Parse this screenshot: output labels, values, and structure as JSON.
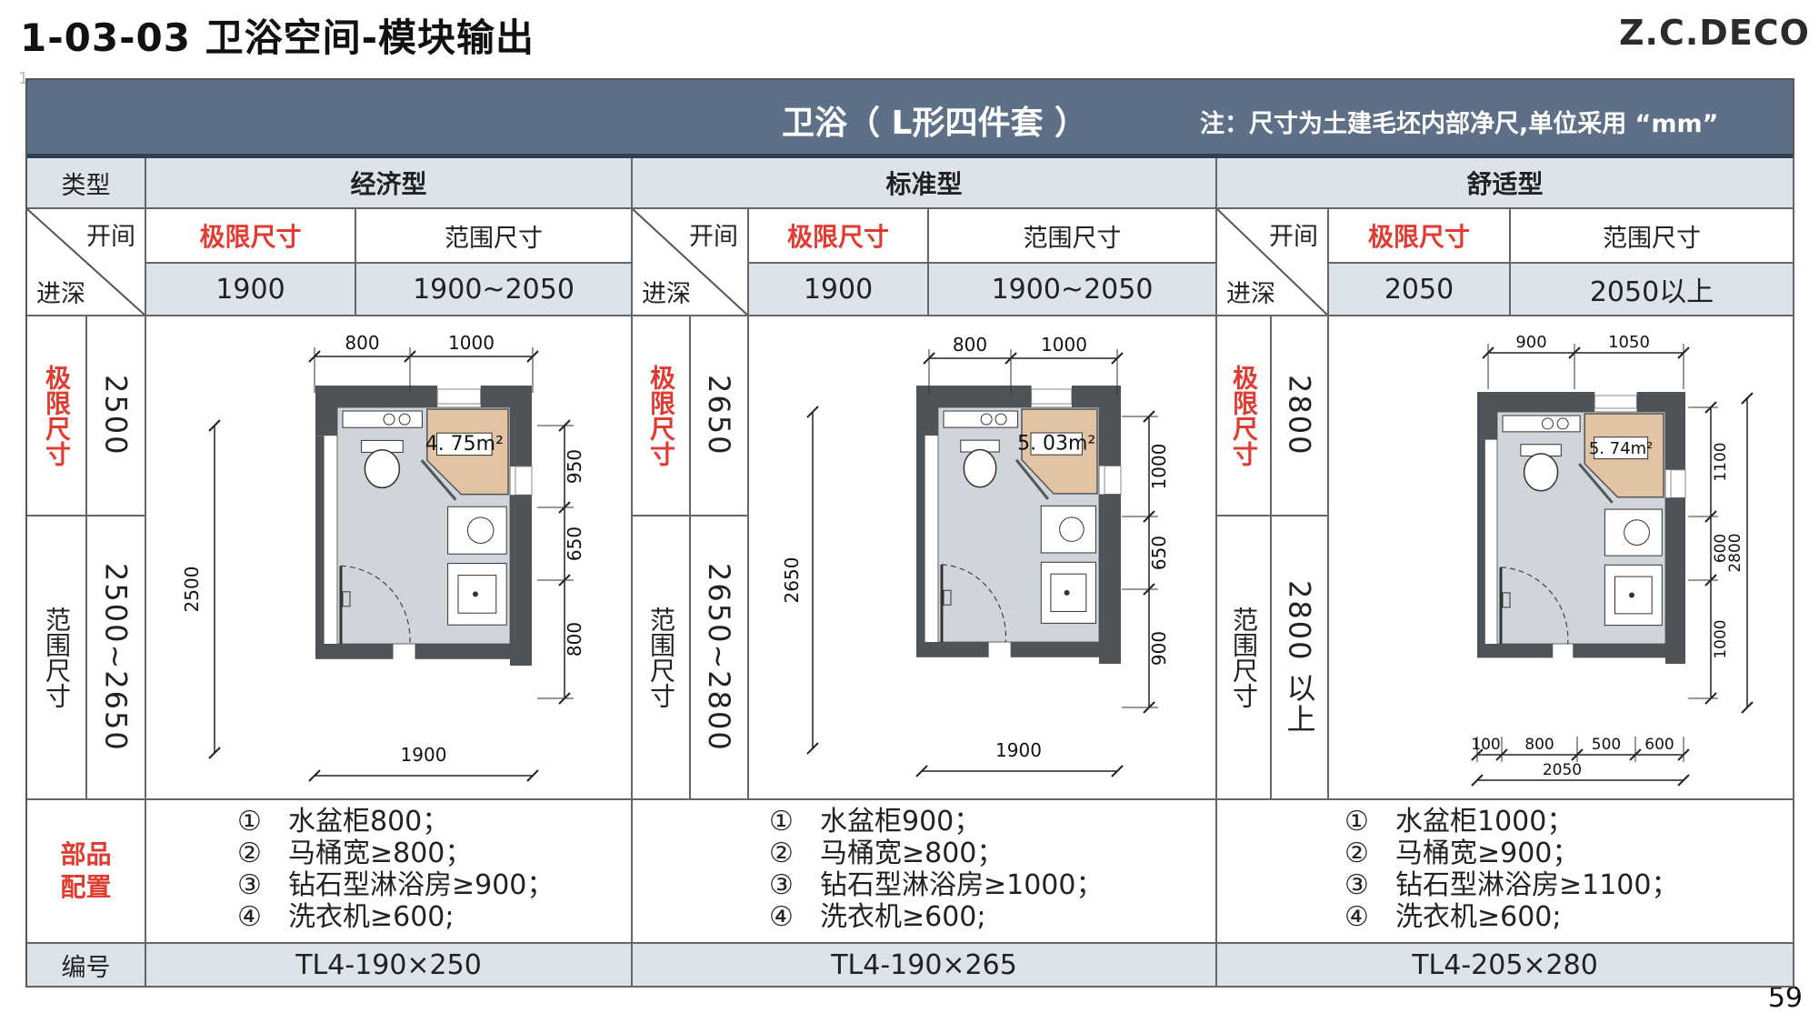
{
  "page": {
    "title": "1-03-03 卫浴空间-模块输出",
    "brand": "Z.C.DECO",
    "page_number": "59",
    "ghost_mark": "1"
  },
  "header": {
    "title": "卫浴（ L形四件套 ）",
    "note": "注：尺寸为土建毛坯内部净尺,单位采用 “mm”"
  },
  "labels": {
    "type": "类型",
    "width": "开间",
    "depth": "进深",
    "limit_size": "极限尺寸",
    "range_size": "范围尺寸",
    "limit_v": "极限尺寸",
    "range_v": "范围尺寸",
    "parts": "部品配置",
    "code": "编号"
  },
  "types": [
    {
      "name": "经济型",
      "limit_width": "1900",
      "range_width": "1900~2050",
      "limit_depth": "2500",
      "range_depth": "2500~2650",
      "parts": [
        {
          "n": "①",
          "t": "水盆柜800；"
        },
        {
          "n": "②",
          "t": "马桶宽≥800；"
        },
        {
          "n": "③",
          "t": "钻石型淋浴房≥900；"
        },
        {
          "n": "④",
          "t": "洗衣机≥600;"
        }
      ],
      "code": "TL4-190×250",
      "plan": {
        "area": "4. 75m²",
        "top_dims": [
          "800",
          "1000"
        ],
        "left_dim": "2500",
        "bottom_dim": "1900",
        "right_dims": [
          "950",
          "650",
          "800"
        ]
      }
    },
    {
      "name": "标准型",
      "limit_width": "1900",
      "range_width": "1900~2050",
      "limit_depth": "2650",
      "range_depth": "2650~2800",
      "parts": [
        {
          "n": "①",
          "t": "水盆柜900；"
        },
        {
          "n": "②",
          "t": "马桶宽≥800；"
        },
        {
          "n": "③",
          "t": "钻石型淋浴房≥1000；"
        },
        {
          "n": "④",
          "t": "洗衣机≥600;"
        }
      ],
      "code": "TL4-190×265",
      "plan": {
        "area": "5. 03m²",
        "top_dims": [
          "800",
          "1000"
        ],
        "left_dim": "2650",
        "bottom_dim": "1900",
        "right_dims": [
          "1000",
          "650",
          "900"
        ]
      }
    },
    {
      "name": "舒适型",
      "limit_width": "2050",
      "range_width": "2050以上",
      "limit_depth": "2800",
      "range_depth": "2800 以上",
      "parts": [
        {
          "n": "①",
          "t": "水盆柜1000；"
        },
        {
          "n": "②",
          "t": "马桶宽≥900；"
        },
        {
          "n": "③",
          "t": "钻石型淋浴房≥1100；"
        },
        {
          "n": "④",
          "t": "洗衣机≥600;"
        }
      ],
      "code": "TL4-205×280",
      "plan": {
        "area": "5. 74m²",
        "top_dims": [
          "900",
          "1050"
        ],
        "bottom_dims": [
          "100",
          "800",
          "500",
          "600"
        ],
        "bottom_total": "2050",
        "right_dims": [
          "1100",
          "600",
          "1000"
        ],
        "right_total": "2800"
      }
    }
  ],
  "colors": {
    "header_bar": "#5e7088",
    "cell_bg": "#dde3ea",
    "red": "#e03c31",
    "floor": "#cfd5da",
    "shower": "#e2c3a4",
    "wall": "#4e5357"
  }
}
